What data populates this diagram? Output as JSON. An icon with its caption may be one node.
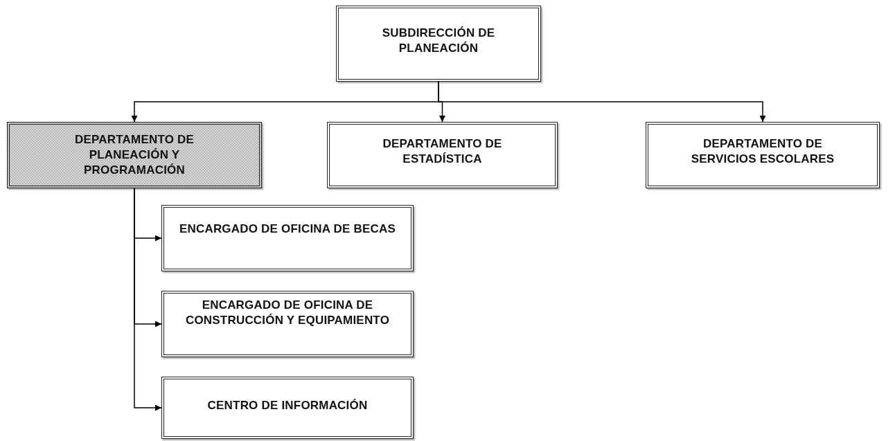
{
  "diagram": {
    "nodes": [
      {
        "text": [
          "SUBDIRECCIÓN DE PLANEACIÓN"
        ]
      },
      {
        "text": [
          "DEPARTAMENTO DE PLANEACIÓN Y PROGRAMACIÓN"
        ]
      },
      {
        "text": [
          "DEPARTAMENTO DE ESTADÍSTICA"
        ]
      },
      {
        "text": [
          "DEPARTAMENTO DE SERVICIOS ESCOLARES"
        ]
      },
      {
        "text": [
          "ENCARGADO DE OFICINA DE BECAS"
        ]
      },
      {
        "text": [
          "ENCARGADO DE OFICINA DE CONSTRUCCIÓN Y EQUIPAMIENTO"
        ]
      },
      {
        "text": [
          "CENTRO DE INFORMACIÓN"
        ]
      }
    ],
    "edges": [
      {
        "from": 0,
        "to": 1,
        "arrow": "to"
      },
      {
        "from": 0,
        "to": 2,
        "arrow": "to"
      },
      {
        "from": 0,
        "to": 3,
        "arrow": "to"
      },
      {
        "from": 1,
        "to": 4,
        "arrow": "to"
      },
      {
        "from": 1,
        "to": 5,
        "arrow": "to"
      },
      {
        "from": 1,
        "to": 6,
        "arrow": "to"
      }
    ]
  }
}
